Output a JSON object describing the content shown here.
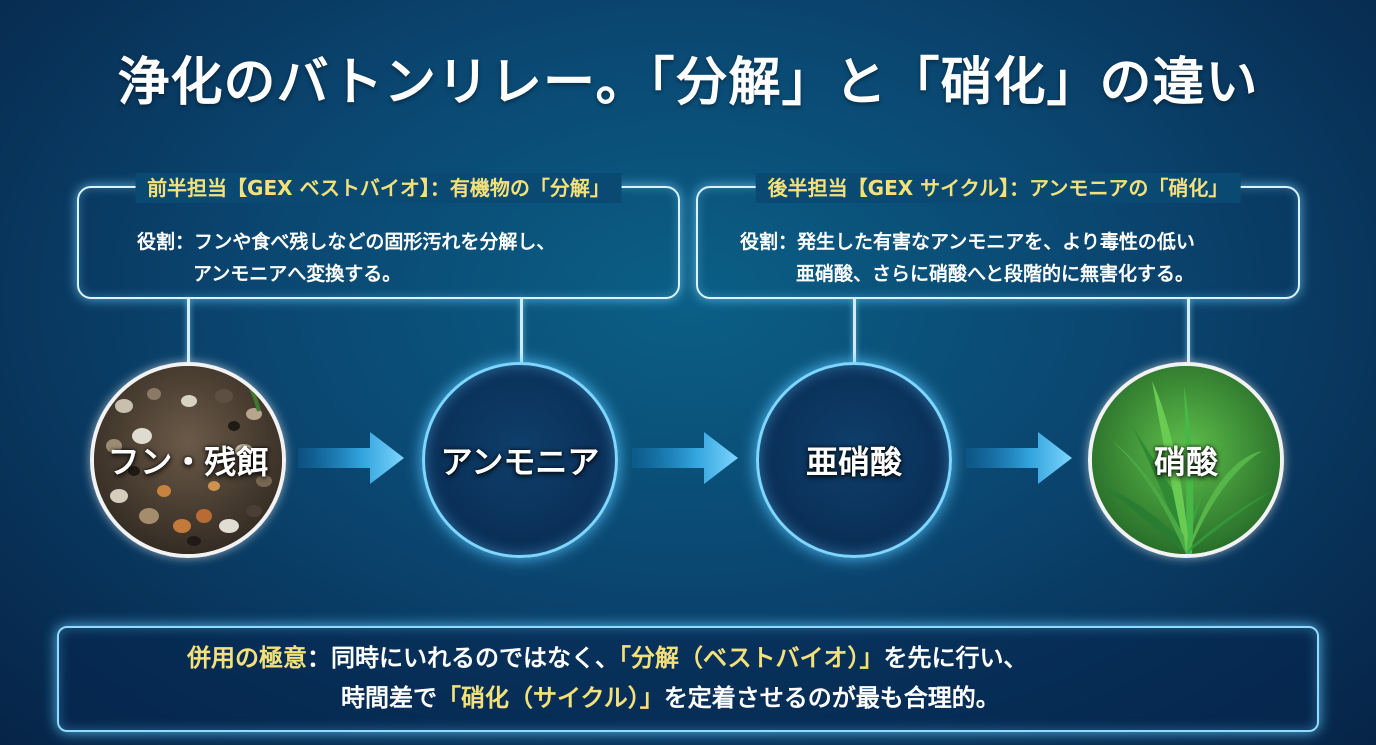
{
  "title": "浄化のバトンリレー。「分解」と「硝化」の違い",
  "left_box": {
    "heading": "前半担当【GEX ベストバイオ】：有機物の「分解」",
    "role_line1": "役割：フンや食べ残しなどの固形汚れを分解し、",
    "role_line2": "アンモニアへ変換する。"
  },
  "right_box": {
    "heading": "後半担当【GEX サイクル】：アンモニアの「硝化」",
    "role_line1": "役割：発生した有害なアンモニアを、より毒性の低い",
    "role_line2": "亜硝酸、さらに硝酸へと段階的に無害化する。"
  },
  "stages": [
    {
      "label": "フン・残餌"
    },
    {
      "label": "アンモニア"
    },
    {
      "label": "亜硝酸"
    },
    {
      "label": "硝酸"
    }
  ],
  "bottom": {
    "line1_highlight": "併用の極意",
    "line1_sep": "：同時にいれるのではなく、",
    "line1_emph": "「分解（ベストバイオ）」",
    "line1_rest": "を先に行い、",
    "line2_a": "時間差で",
    "line2_emph": "「硝化（サイクル）」",
    "line2_rest": "を定着させるのが最も合理的。"
  },
  "colors": {
    "accent_yellow": "#f4e17a",
    "glow_blue": "#7fd6ff",
    "background": "#0a4670"
  }
}
